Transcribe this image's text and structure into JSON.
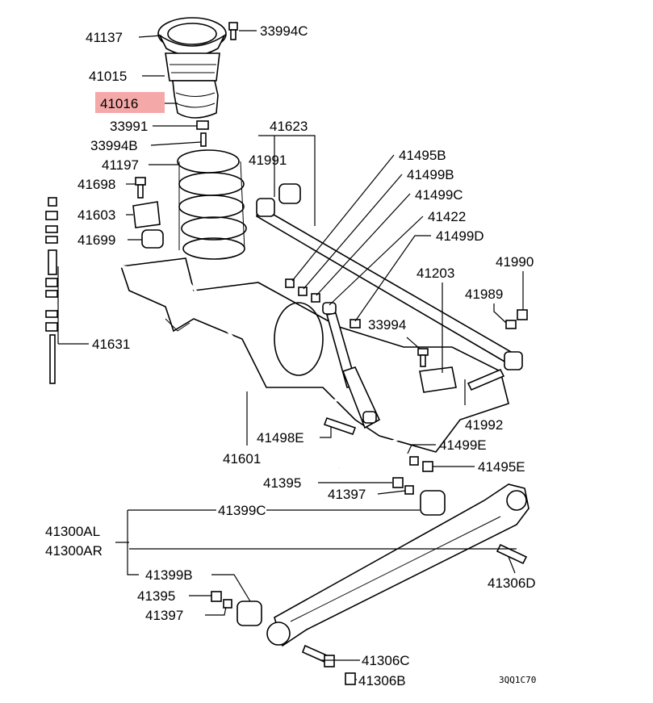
{
  "diagram": {
    "highlight_color": "#f4a9a8",
    "highlighted_part": "41016",
    "labels": {
      "p41137": "41137",
      "p33994C": "33994C",
      "p41015": "41015",
      "p41016": "41016",
      "p33991": "33991",
      "p33994B": "33994B",
      "p41197": "41197",
      "p41698": "41698",
      "p41603": "41603",
      "p41699": "41699",
      "p41623": "41623",
      "p41991": "41991",
      "p41495B": "41495B",
      "p41499B": "41499B",
      "p41499C": "41499C",
      "p41422": "41422",
      "p41499D": "41499D",
      "p41203": "41203",
      "p41990": "41990",
      "p41989": "41989",
      "p33994": "33994",
      "p41631": "41631",
      "p41992": "41992",
      "p41498E": "41498E",
      "p41499E": "41499E",
      "p41601": "41601",
      "p41495E": "41495E",
      "p41395a": "41395",
      "p41397a": "41397",
      "p41399C": "41399C",
      "p41300AL": "41300AL",
      "p41300AR": "41300AR",
      "p41399B": "41399B",
      "p41306D": "41306D",
      "p41395b": "41395",
      "p41397b": "41397",
      "p41306C": "41306C",
      "p41306B": "41306B"
    },
    "diagram_code": "3QQ1C70"
  }
}
